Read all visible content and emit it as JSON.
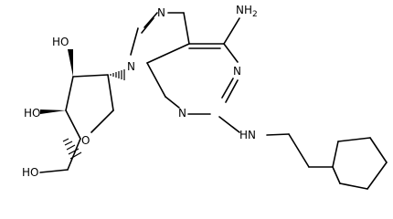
{
  "molecule": {
    "atom_labels": {
      "nh2": "NH",
      "nh2_sub": "2",
      "n7": "N",
      "n9": "N",
      "n1": "N",
      "n3": "N",
      "nh": "HN",
      "oh2": "HO",
      "oh3": "HO",
      "o_ring": "O",
      "oh5": "HO"
    },
    "bond_color": "#000000",
    "background": "#ffffff"
  }
}
